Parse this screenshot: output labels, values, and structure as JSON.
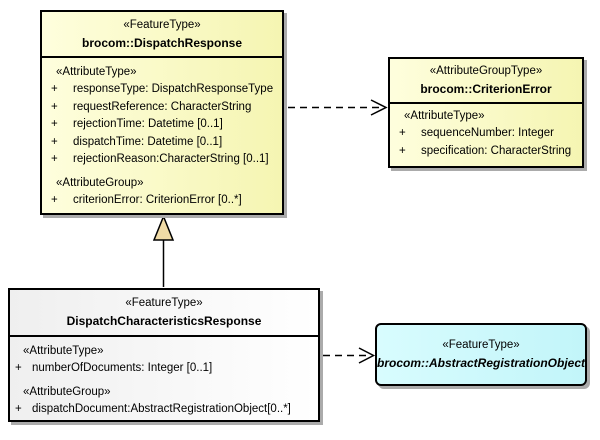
{
  "diagram": {
    "kind": "uml-class-diagram",
    "background": "#ffffff"
  },
  "colors": {
    "border": "#000000",
    "shadow": "#ababab",
    "yellow_light": "#fefedd",
    "yellow_dark": "#f5f5b2",
    "gray_light": "#efefef",
    "gray_dark": "#ffffff",
    "cyan_light": "#d8fcfe",
    "cyan_dark": "#c2f5f9",
    "triangle_fill": "#f0dba6"
  },
  "boxes": {
    "dispatch_response": {
      "stereotype": "«FeatureType»",
      "name": "brocom::DispatchResponse",
      "sections": [
        {
          "heading": "«AttributeType»",
          "attributes": [
            {
              "vis": "+",
              "text": "responseType: DispatchResponseType"
            },
            {
              "vis": "+",
              "text": "requestReference: CharacterString"
            },
            {
              "vis": "+",
              "text": "rejectionTime: Datetime [0..1]"
            },
            {
              "vis": "+",
              "text": "dispatchTime: Datetime [0..1]"
            },
            {
              "vis": "+",
              "text": "rejectionReason:CharacterString [0..1]"
            }
          ]
        },
        {
          "heading": "«AttributeGroup»",
          "attributes": [
            {
              "vis": "+",
              "text": "criterionError: CriterionError [0..*]"
            }
          ]
        }
      ]
    },
    "criterion_error": {
      "stereotype": "«AttributeGroupType»",
      "name": "brocom::CriterionError",
      "sections": [
        {
          "heading": "«AttributeType»",
          "attributes": [
            {
              "vis": "+",
              "text": "sequenceNumber: Integer"
            },
            {
              "vis": "+",
              "text": "specification: CharacterString"
            }
          ]
        }
      ]
    },
    "dispatch_characteristics_response": {
      "stereotype": "«FeatureType»",
      "name": "DispatchCharacteristicsResponse",
      "sections": [
        {
          "heading": "«AttributeType»",
          "attributes": [
            {
              "vis": "+",
              "text": "numberOfDocuments: Integer [0..1]"
            }
          ]
        },
        {
          "heading": "«AttributeGroup»",
          "attributes": [
            {
              "vis": "+",
              "text": "dispatchDocument:AbstractRegistrationObject[0..*]"
            }
          ]
        }
      ]
    },
    "abstract_registration_object": {
      "stereotype": "«FeatureType»",
      "name": "brocom::AbstractRegistrationObject"
    }
  },
  "connectors": [
    {
      "kind": "dependency",
      "from": "brocom::DispatchResponse",
      "to": "brocom::CriterionError",
      "style": "dashed-open-arrow"
    },
    {
      "kind": "generalization",
      "from": "DispatchCharacteristicsResponse",
      "to": "brocom::DispatchResponse",
      "style": "solid-hollow-triangle"
    },
    {
      "kind": "dependency",
      "from": "DispatchCharacteristicsResponse",
      "to": "brocom::AbstractRegistrationObject",
      "style": "dashed-open-arrow"
    }
  ]
}
